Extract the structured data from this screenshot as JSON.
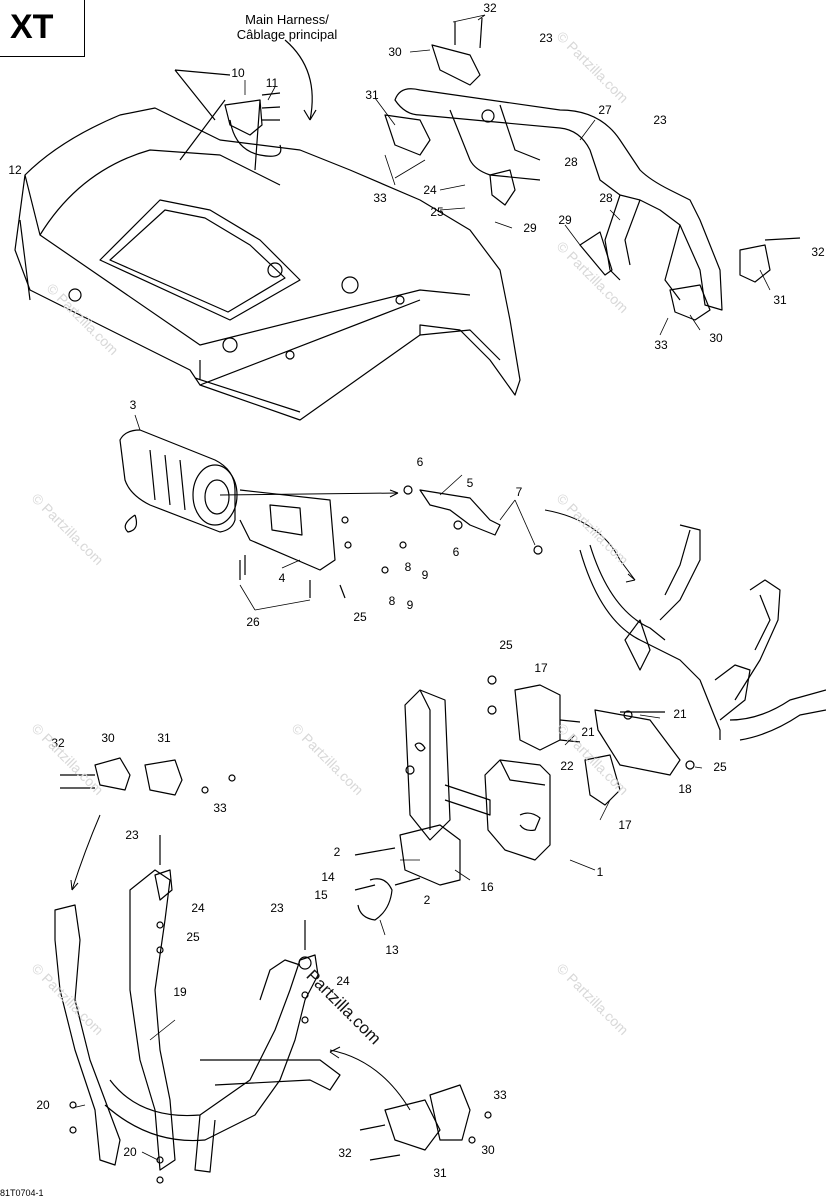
{
  "badge": {
    "label": "XT"
  },
  "caption": {
    "line1": "Main Harness/",
    "line2": "Câblage principal"
  },
  "drawing_number": "81T0704-1",
  "watermark": {
    "text": "© Partzilla.com",
    "dark_text": "Partzilla.com"
  },
  "callouts": [
    {
      "label": "32"
    },
    {
      "label": "23"
    },
    {
      "label": "30"
    },
    {
      "label": "10"
    },
    {
      "label": "11"
    },
    {
      "label": "31"
    },
    {
      "label": "27"
    },
    {
      "label": "23"
    },
    {
      "label": "12"
    },
    {
      "label": "28"
    },
    {
      "label": "24"
    },
    {
      "label": "33"
    },
    {
      "label": "25"
    },
    {
      "label": "29"
    },
    {
      "label": "28"
    },
    {
      "label": "29"
    },
    {
      "label": "32"
    },
    {
      "label": "31"
    },
    {
      "label": "33"
    },
    {
      "label": "30"
    },
    {
      "label": "3"
    },
    {
      "label": "6"
    },
    {
      "label": "5"
    },
    {
      "label": "7"
    },
    {
      "label": "6"
    },
    {
      "label": "8"
    },
    {
      "label": "9"
    },
    {
      "label": "4"
    },
    {
      "label": "8"
    },
    {
      "label": "9"
    },
    {
      "label": "26"
    },
    {
      "label": "25"
    },
    {
      "label": "25"
    },
    {
      "label": "17"
    },
    {
      "label": "21"
    },
    {
      "label": "21"
    },
    {
      "label": "22"
    },
    {
      "label": "25"
    },
    {
      "label": "18"
    },
    {
      "label": "17"
    },
    {
      "label": "32"
    },
    {
      "label": "30"
    },
    {
      "label": "31"
    },
    {
      "label": "33"
    },
    {
      "label": "23"
    },
    {
      "label": "2"
    },
    {
      "label": "1"
    },
    {
      "label": "14"
    },
    {
      "label": "16"
    },
    {
      "label": "15"
    },
    {
      "label": "2"
    },
    {
      "label": "24"
    },
    {
      "label": "23"
    },
    {
      "label": "25"
    },
    {
      "label": "13"
    },
    {
      "label": "24"
    },
    {
      "label": "19"
    },
    {
      "label": "33"
    },
    {
      "label": "20"
    },
    {
      "label": "30"
    },
    {
      "label": "20"
    },
    {
      "label": "32"
    },
    {
      "label": "31"
    }
  ]
}
